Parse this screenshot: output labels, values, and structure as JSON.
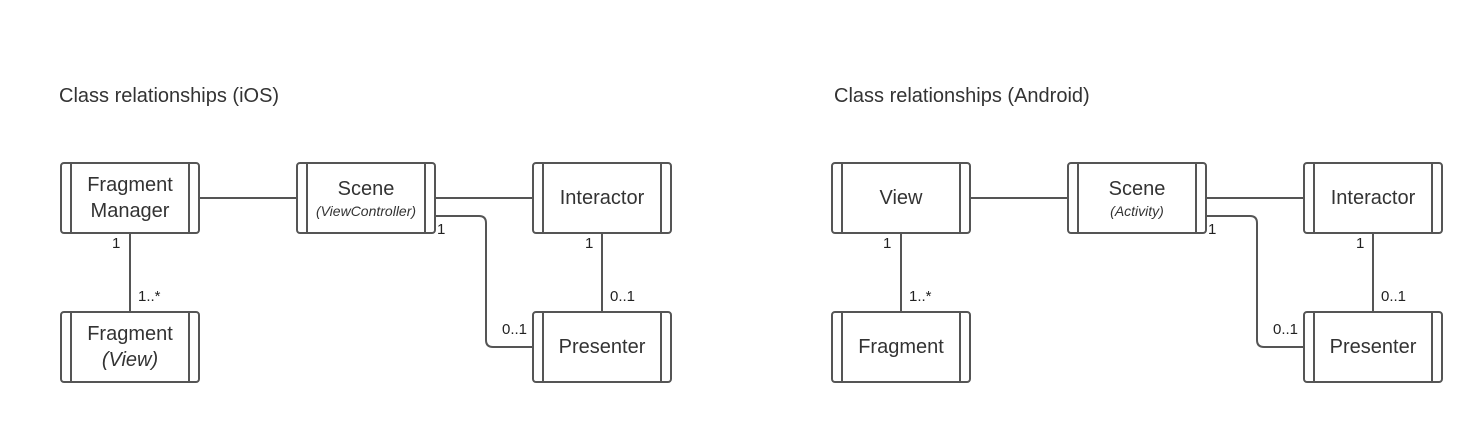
{
  "ios": {
    "title": "Class relationships (iOS)",
    "fragment_manager": {
      "line1": "Fragment",
      "line2": "Manager"
    },
    "scene": {
      "label": "Scene",
      "subtitle": "(ViewController)"
    },
    "interactor": {
      "label": "Interactor"
    },
    "fragment": {
      "label": "Fragment",
      "subtitle": "(View)"
    },
    "presenter": {
      "label": "Presenter"
    },
    "multiplicities": {
      "fragment_manager_to_fragment_source": "1",
      "fragment_manager_to_fragment_target": "1..*",
      "scene_to_presenter_source": "1",
      "scene_to_presenter_target": "0..1",
      "interactor_to_presenter_source": "1",
      "interactor_to_presenter_target": "0..1"
    }
  },
  "android": {
    "title": "Class relationships (Android)",
    "view": {
      "label": "View"
    },
    "scene": {
      "label": "Scene",
      "subtitle": "(Activity)"
    },
    "interactor": {
      "label": "Interactor"
    },
    "fragment": {
      "label": "Fragment"
    },
    "presenter": {
      "label": "Presenter"
    },
    "multiplicities": {
      "view_to_fragment_source": "1",
      "view_to_fragment_target": "1..*",
      "scene_to_presenter_source": "1",
      "scene_to_presenter_target": "0..1",
      "interactor_to_presenter_source": "1",
      "interactor_to_presenter_target": "0..1"
    }
  },
  "colors": {
    "stroke": "#555555",
    "text": "#333333",
    "background": "#ffffff"
  }
}
